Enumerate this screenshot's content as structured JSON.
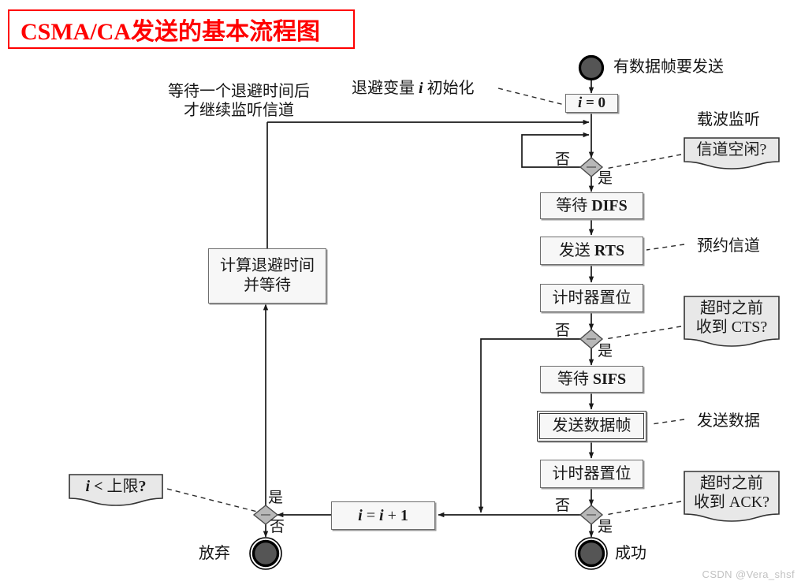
{
  "title": "CSMA/CA发送的基本流程图",
  "watermark": "CSDN @Vera_shsf",
  "nodes": {
    "start_label": "有数据帧要发送",
    "init": "i = 0",
    "wait_difs": "等待 DIFS",
    "send_rts": "发送 RTS",
    "timer_set_1": "计时器置位",
    "wait_sifs": "等待 SIFS",
    "send_data": "发送数据帧",
    "timer_set_2": "计时器置位",
    "backoff_calc_line1": "计算退避时间",
    "backoff_calc_line2": "并等待",
    "increment": "i = i + 1",
    "end_success": "成功",
    "end_abandon": "放弃"
  },
  "notes": {
    "carrier_sense_title": "载波监听",
    "channel_idle": "信道空闲?",
    "reserve_channel": "预约信道",
    "cts_line1": "超时之前",
    "cts_line2": "收到 CTS?",
    "send_data_note": "发送数据",
    "ack_line1": "超时之前",
    "ack_line2": "收到 ACK?",
    "limit_check": "i < 上限?",
    "init_note": "退避变量 i 初始化",
    "backoff_wait_line1": "等待一个退避时间后",
    "backoff_wait_line2": "才继续监听信道"
  },
  "branches": {
    "no": "否",
    "yes": "是"
  },
  "colors": {
    "title": "#ff0000",
    "box_fill": "#f7f7f7",
    "box_border": "#6e6e6e",
    "note_fill": "#e8e8e8",
    "diamond_fill": "#b8b8b8",
    "node_fill": "#555555",
    "line": "#1a1a1a",
    "watermark": "#c2c2c2"
  }
}
